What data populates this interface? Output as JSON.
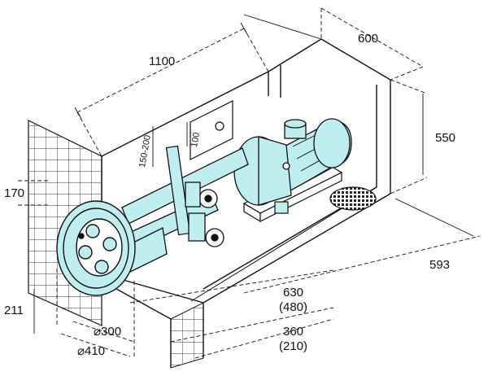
{
  "dimensions": {
    "width_top": "1100",
    "depth_top": "600",
    "height_right": "550",
    "depth_right": "593",
    "length_main": "630",
    "length_main_alt": "(480)",
    "length_short": "360",
    "length_short_alt": "(210)",
    "height_outlet": "170",
    "height_bottom": "211",
    "diameter_inner": "⌀300",
    "diameter_outer": "⌀410",
    "offset_vertical": "150-200",
    "offset_small": "100"
  },
  "colors": {
    "line": "#111111",
    "pump_fill": "#bfeef0",
    "tile": "#222222"
  }
}
